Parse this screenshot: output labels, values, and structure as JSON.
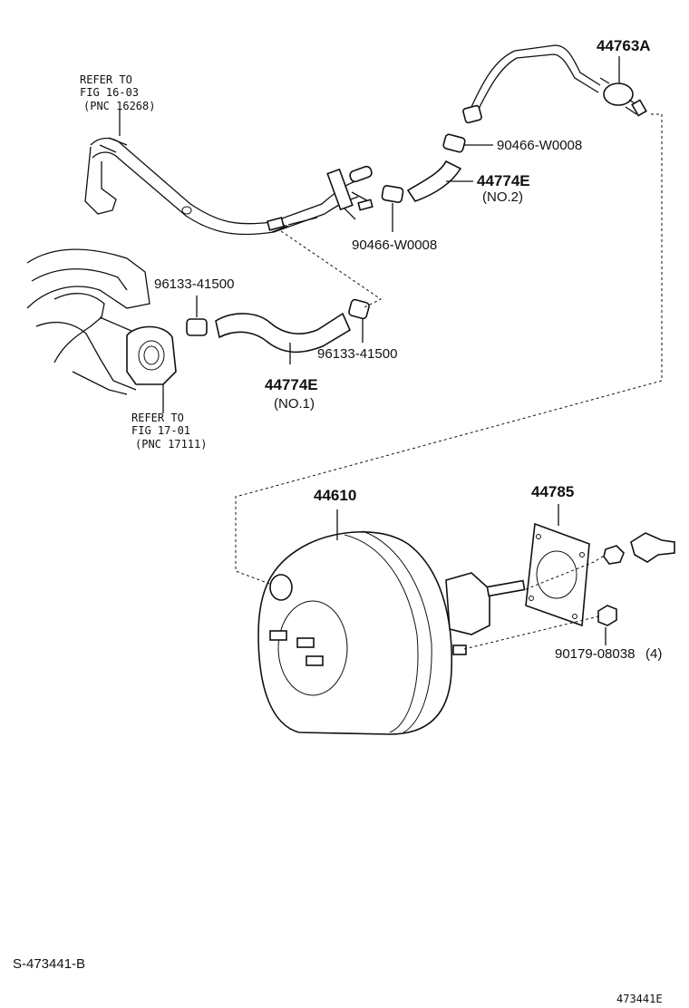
{
  "references": {
    "fig_16": {
      "line1": "REFER TO",
      "line2": "FIG 16-03",
      "line3": "(PNC 16268)"
    },
    "fig_17": {
      "line1": "REFER TO",
      "line2": "FIG 17-01",
      "line3": "(PNC 17111)"
    }
  },
  "parts": {
    "check_valve": "44763A",
    "clamp_upper_right": "90466-W0008",
    "hose_no2": "44774E",
    "hose_no2_sub": "(NO.2)",
    "clamp_upper_left": "90466-W0008",
    "clamp_lower_left": "96133-41500",
    "clamp_lower_right": "96133-41500",
    "hose_no1": "44774E",
    "hose_no1_sub": "(NO.1)",
    "booster": "44610",
    "gasket": "44785",
    "nut": "90179-08038",
    "nut_qty": "(4)"
  },
  "footer": {
    "left_code": "S-473441-B",
    "right_code": "473441E"
  }
}
